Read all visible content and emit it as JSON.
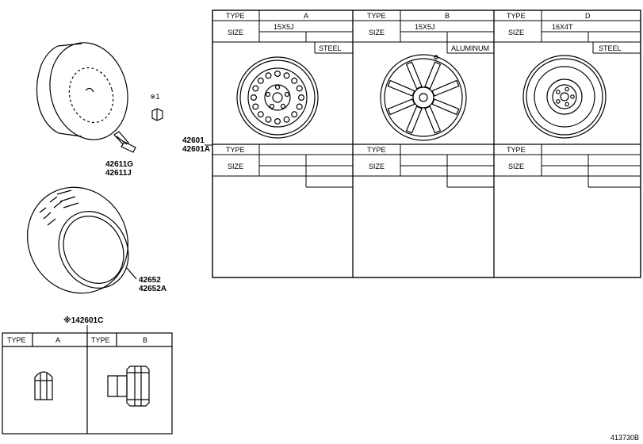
{
  "diagram_id": "413730B",
  "wheel_table": {
    "type_label": "TYPE",
    "size_label": "SIZE",
    "columns": [
      {
        "type": "A",
        "size": "15X5J",
        "material": "STEEL",
        "wheel_icon": "steel-wheel-icon"
      },
      {
        "type": "B",
        "size": "15X5J",
        "material": "ALUMINUM",
        "wheel_icon": "alloy-wheel-icon"
      },
      {
        "type": "D",
        "size": "16X4T",
        "material": "STEEL",
        "wheel_icon": "spare-wheel-icon"
      }
    ]
  },
  "callouts": {
    "wheel_part_a": "42601",
    "wheel_part_b": "42601A",
    "valve_part_a": "42611G",
    "valve_part_b": "42611J",
    "tire_part_a": "42652",
    "tire_part_b": "42652A",
    "cap_note": "※1",
    "nut_note": "※142601C"
  },
  "nut_table": {
    "type_label": "TYPE",
    "columns": [
      {
        "type": "A",
        "icon": "lug-nut-type-a-icon"
      },
      {
        "type": "B",
        "icon": "lug-nut-type-b-icon"
      }
    ]
  }
}
